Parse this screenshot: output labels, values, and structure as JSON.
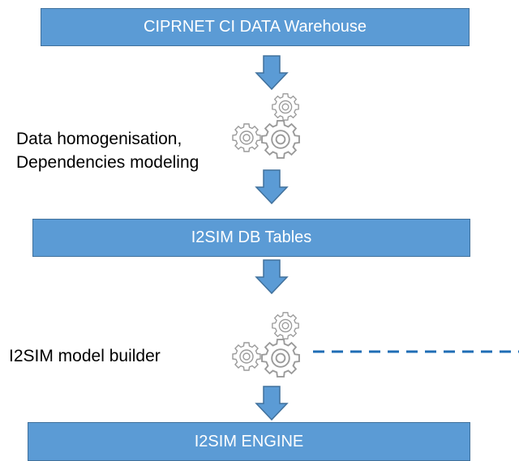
{
  "blocks": {
    "warehouse": "CIPRNET CI DATA Warehouse",
    "tables": "I2SIM DB Tables",
    "engine": "I2SIM ENGINE"
  },
  "processes": {
    "homogenisation_line1": "Data homogenisation,",
    "homogenisation_line2": "Dependencies modeling",
    "model_builder": "I2SIM model builder"
  },
  "icons": {
    "arrows": "down-arrow-icon",
    "gears": "gears-icon"
  },
  "colors": {
    "block_fill": "#5b9bd5",
    "block_border": "#41719c",
    "block_text": "#ffffff",
    "dashed_line": "#1f6db5",
    "gear": "#9a9a9a"
  }
}
